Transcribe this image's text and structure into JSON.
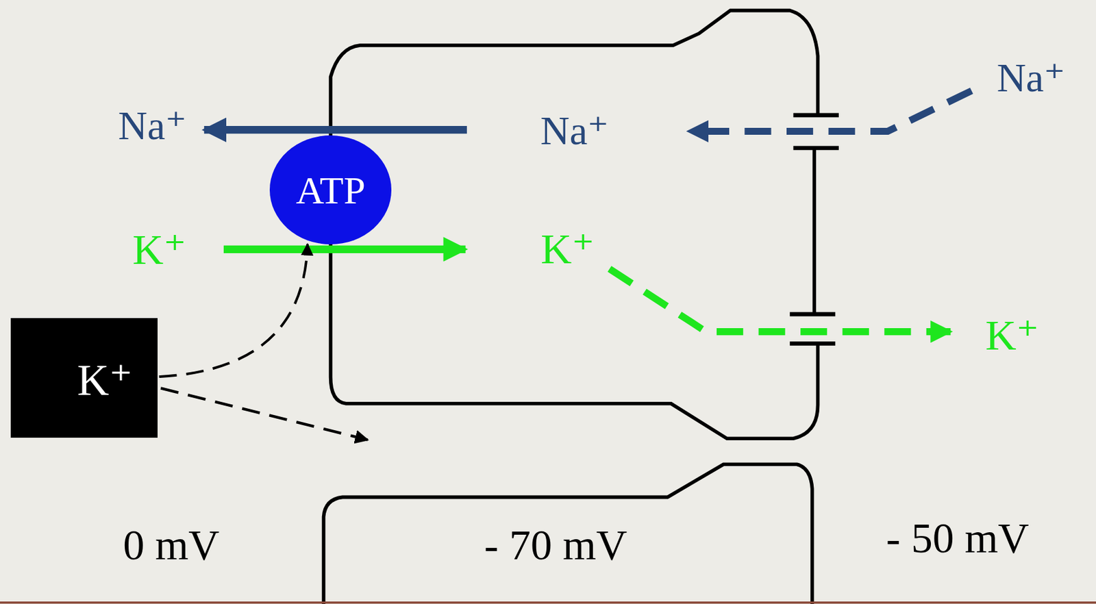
{
  "diagram": {
    "nodes": [
      {
        "text": [
          "Na⁺",
          "K⁺"
        ]
      },
      {
        "text": [
          "- 70 mV"
        ]
      },
      {
        "text": [
          "ATP"
        ]
      },
      {
        "text": [
          "K⁺"
        ]
      }
    ],
    "edges": [
      {
        "from": 3,
        "to": 2,
        "arrow": "to"
      }
    ],
    "labels": [
      "Na⁺",
      "K⁺",
      "Na⁺",
      "K⁺",
      "0 mV",
      "- 50 mV"
    ]
  }
}
